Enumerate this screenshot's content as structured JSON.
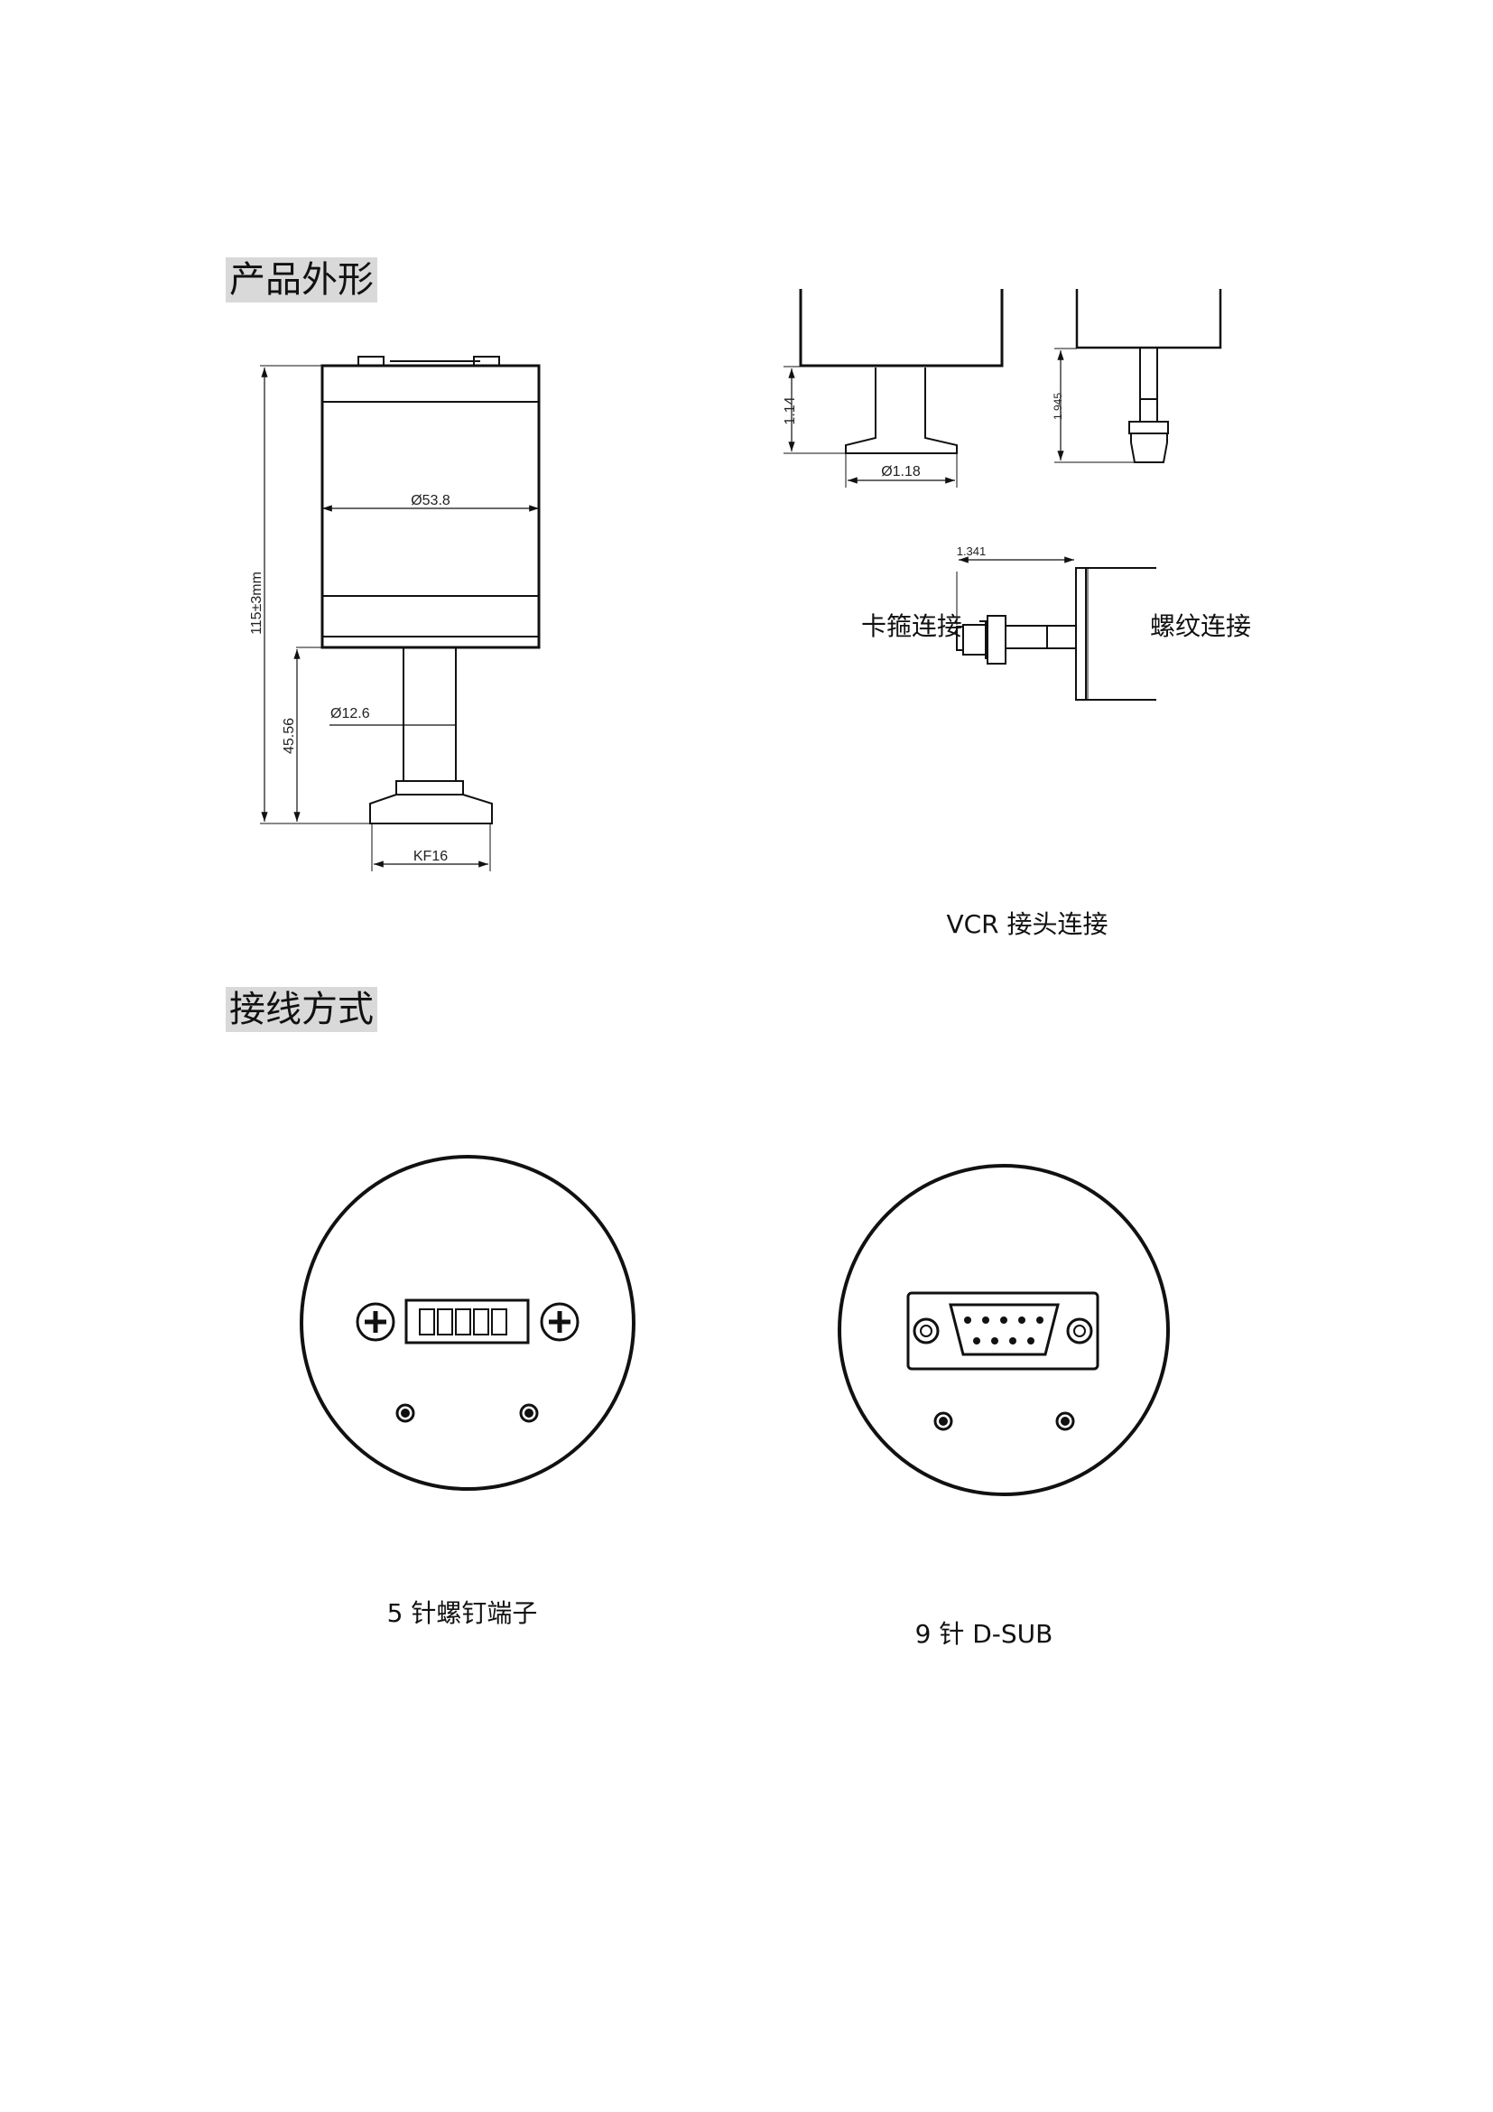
{
  "sections": {
    "appearance_title": "产品外形",
    "wiring_title": "接线方式"
  },
  "main_drawing": {
    "total_height": "115±3mm",
    "body_diameter": "Ø53.8",
    "stem_height": "45.56",
    "stem_diameter": "Ø12.6",
    "flange": "KF16"
  },
  "clamp": {
    "height": "1.14",
    "diameter": "Ø1.18",
    "caption": "卡箍连接"
  },
  "thread": {
    "height": "1.945",
    "caption": "螺纹连接"
  },
  "vcr": {
    "length": "1.341",
    "caption": "VCR 接头连接"
  },
  "connectors": [
    {
      "caption": "5 针螺钉端子"
    },
    {
      "caption": "9 针 D-SUB"
    }
  ]
}
